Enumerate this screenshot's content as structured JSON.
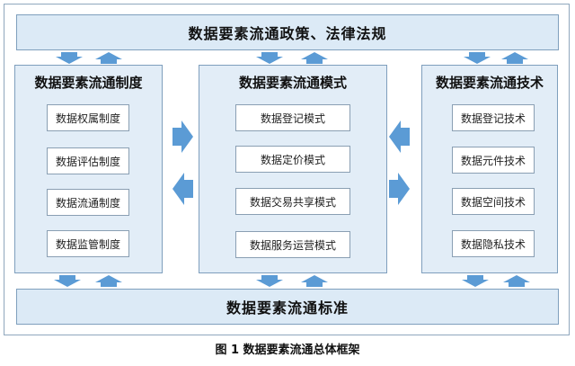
{
  "top_band": {
    "label": "数据要素流通政策、法律法规"
  },
  "bottom_band": {
    "label": "数据要素流通标准"
  },
  "columns": [
    {
      "title": "数据要素流通制度",
      "items": [
        "数据权属制度",
        "数据评估制度",
        "数据流通制度",
        "数据监管制度"
      ]
    },
    {
      "title": "数据要素流通模式",
      "items": [
        "数据登记模式",
        "数据定价模式",
        "数据交易共享模式",
        "数据服务运营模式"
      ]
    },
    {
      "title": "数据要素流通技术",
      "items": [
        "数据登记技术",
        "数据元件技术",
        "数据空间技术",
        "数据隐私技术"
      ]
    }
  ],
  "caption": "图 1  数据要素流通总体框架",
  "colors": {
    "band_fill": "#dceaf6",
    "arrow_fill": "#5b9bd5",
    "border": "#7f9fbd"
  }
}
